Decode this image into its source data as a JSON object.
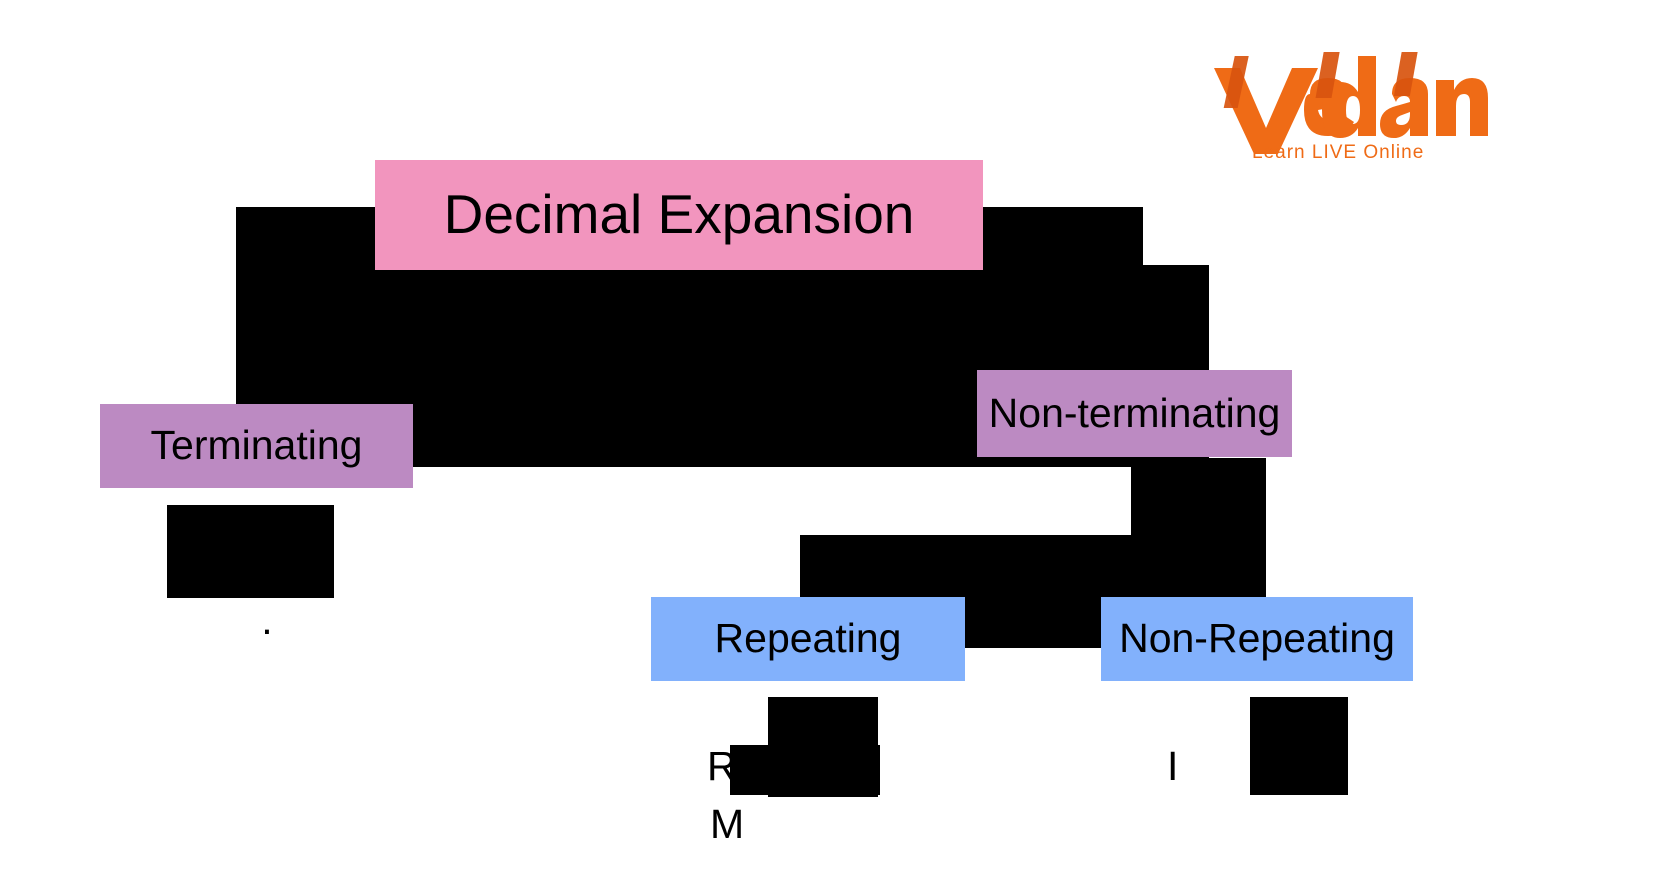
{
  "diagram": {
    "title": "Decimal Expansion",
    "type": "hierarchy-flowchart",
    "root": {
      "label": "Decimal Expansion",
      "color": "#f295be"
    },
    "level2": [
      {
        "label": "Terminating",
        "color": "#bc8ac2"
      },
      {
        "label": "Non-terminating",
        "color": "#bc8ac2"
      }
    ],
    "level3": [
      {
        "label": "Repeating",
        "color": "#82b1fc"
      },
      {
        "label": "Non-Repeating",
        "color": "#82b1fc"
      }
    ],
    "captions": [
      {
        "text": ".",
        "parent": "Terminating"
      },
      {
        "text": "R",
        "parent": "Repeating"
      },
      {
        "text": "M",
        "parent": "Repeating"
      },
      {
        "text": "I",
        "parent": "Non-Repeating"
      }
    ]
  },
  "branding": {
    "name": "Vedantu",
    "tagline": "Learn LIVE Online",
    "color": "#ef6b16"
  },
  "colors": {
    "root": "#f295be",
    "level2": "#bc8ac2",
    "level3": "#82b1fc",
    "occlusion": "#000000",
    "background": "#ffffff",
    "text": "#000000",
    "brand": "#ef6b16"
  }
}
